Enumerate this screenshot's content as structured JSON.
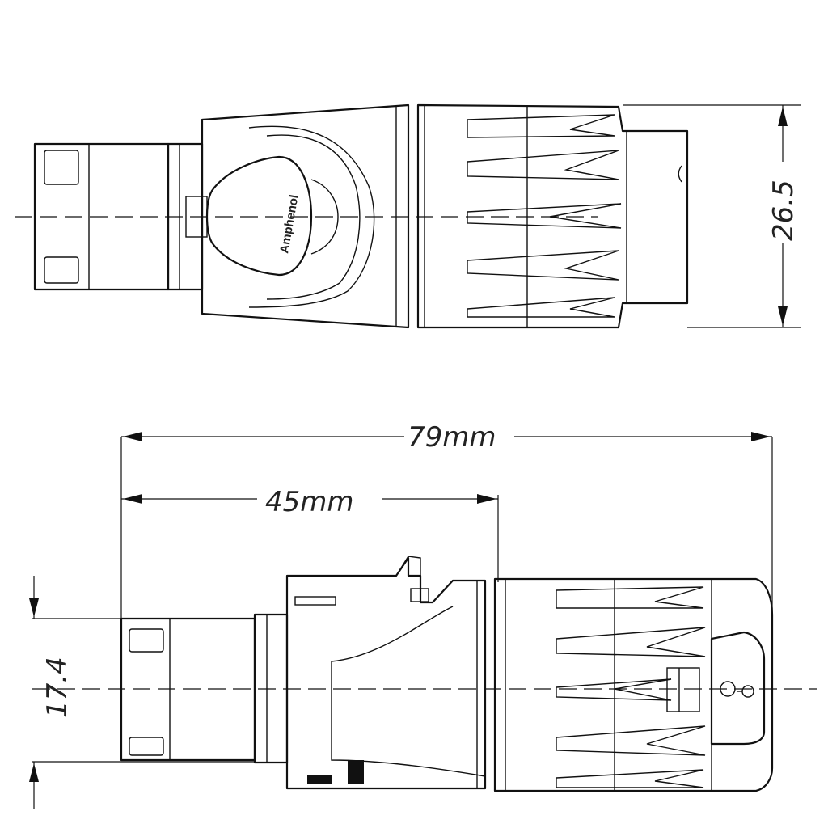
{
  "diagram": {
    "dimensions": {
      "height_top_view": "26.5",
      "total_length": "79mm",
      "front_length": "45mm",
      "height_side_view": "17.4"
    },
    "brand_logo": "Amphenol",
    "colors": {
      "line": "#111111",
      "background": "#ffffff"
    },
    "icons": {
      "lock": "keyhole-lock-icon"
    }
  }
}
